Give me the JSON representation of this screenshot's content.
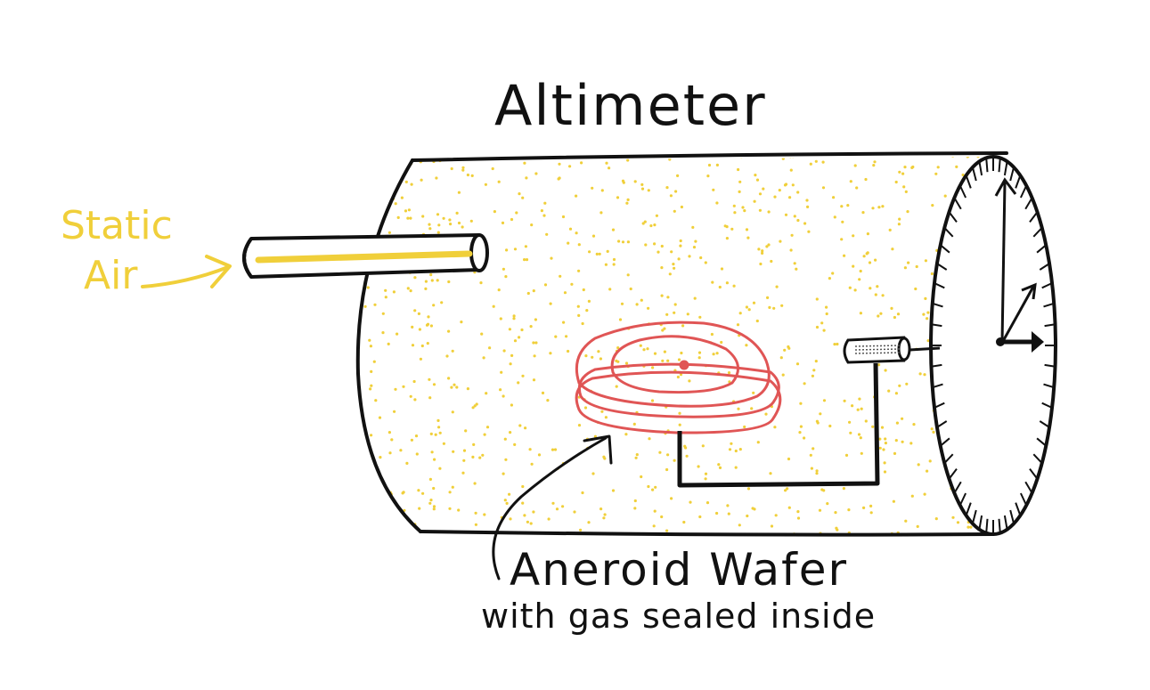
{
  "title": "Altimeter",
  "static_air": {
    "line1": "Static",
    "line2": "Air"
  },
  "wafer": {
    "line1": "Aneroid Wafer",
    "line2": "with gas sealed inside"
  },
  "colors": {
    "ink": "#111111",
    "static_air": "#f0cf3a",
    "dots": "#f0cf3a",
    "wafer": "#e05555"
  }
}
